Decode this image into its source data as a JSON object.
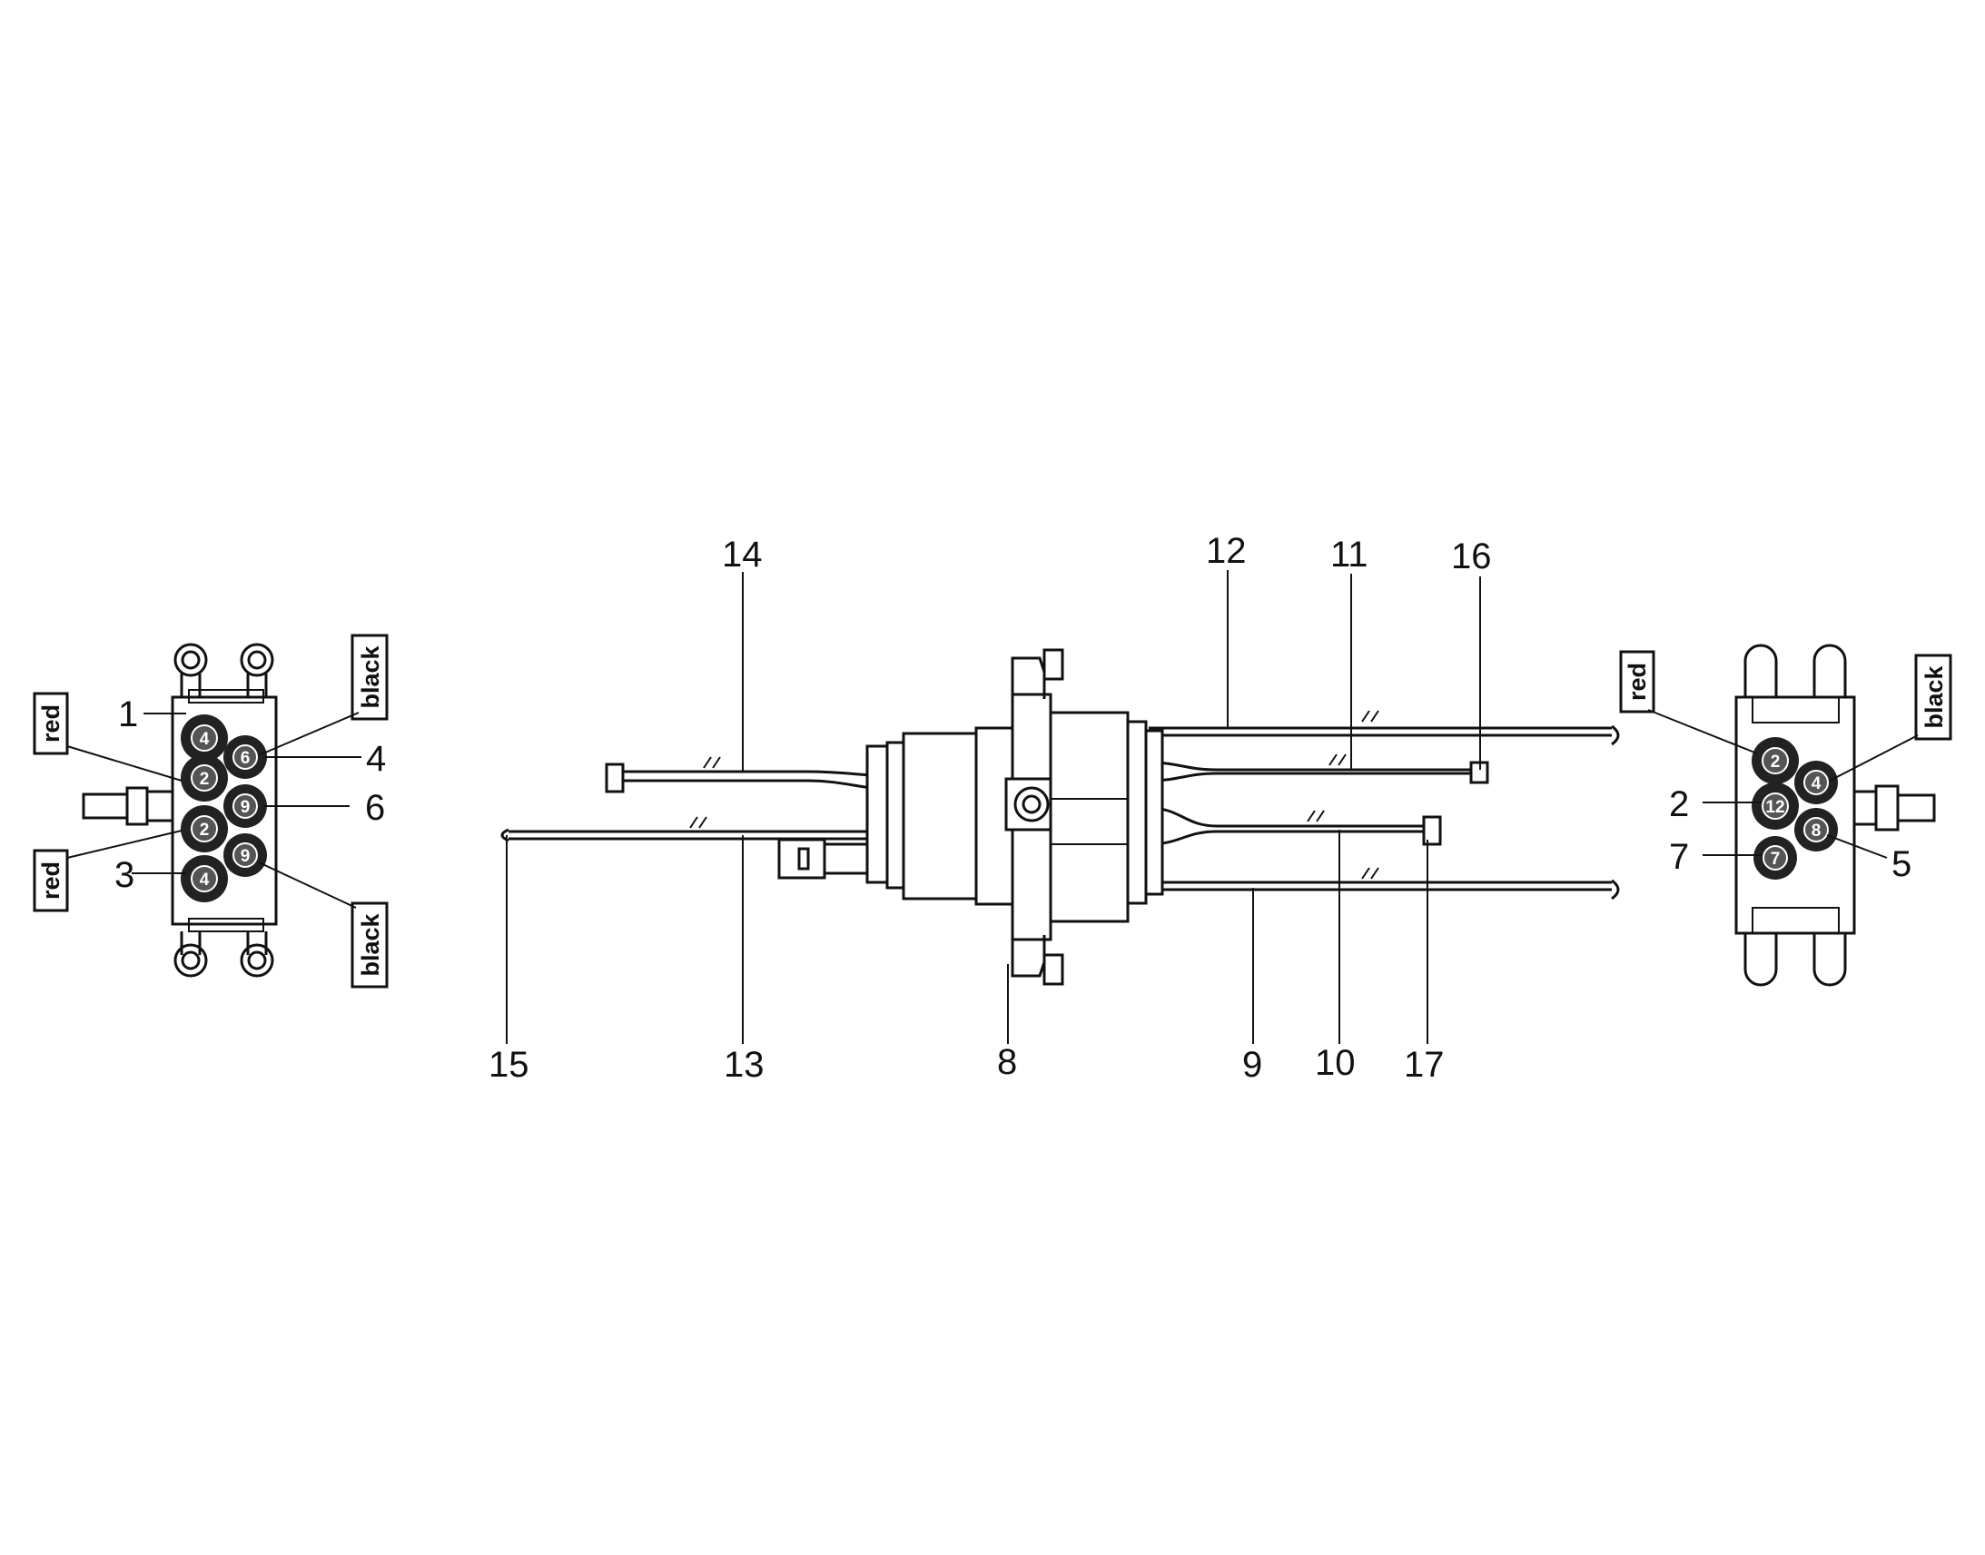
{
  "diagram": {
    "callouts": {
      "c1": "1",
      "c2": "2",
      "c3": "3",
      "c4": "4",
      "c5": "5",
      "c6": "6",
      "c7": "7",
      "c8": "8",
      "c9": "9",
      "c10": "10",
      "c11": "11",
      "c12": "12",
      "c13": "13",
      "c14": "14",
      "c15": "15",
      "c16": "16",
      "c17": "17"
    },
    "color_tags": {
      "red": "red",
      "black": "black"
    },
    "left_connector_ports": [
      "4",
      "2",
      "2",
      "4",
      "6",
      "9",
      "9"
    ],
    "right_connector_ports": [
      "2",
      "12",
      "4",
      "8",
      "7"
    ]
  }
}
